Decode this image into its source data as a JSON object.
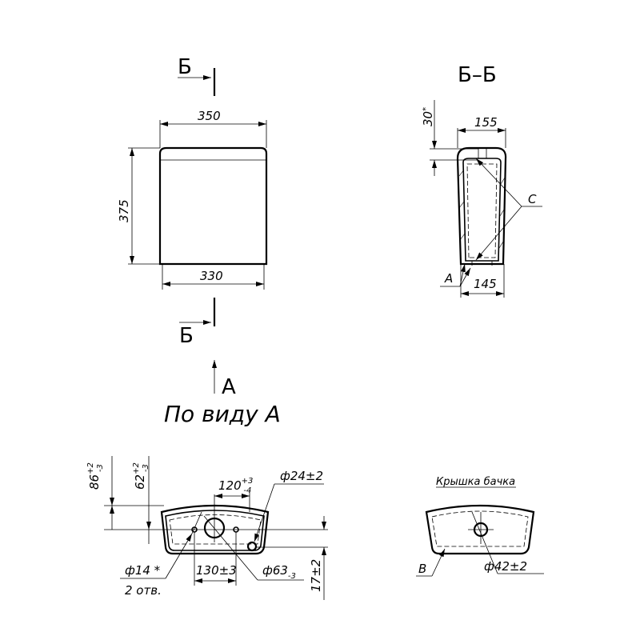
{
  "section_marks": {
    "top": "Б",
    "bottom": "Б"
  },
  "front_view": {
    "width_top": "350",
    "height": "375",
    "width_bottom": "330"
  },
  "view_arrow": {
    "label": "A",
    "caption": "По виду А"
  },
  "section": {
    "title": "Б–Б",
    "lid_height": "30",
    "lid_height_mark": "*",
    "width_top": "155",
    "width_bottom": "145",
    "callout_c": "C",
    "callout_a": "A"
  },
  "bottom_view": {
    "dim_86": {
      "base": "86",
      "upper": "+2",
      "lower": "-3"
    },
    "dim_62": {
      "base": "62",
      "upper": "+2",
      "lower": "-3"
    },
    "dim_120": {
      "base": "120",
      "upper": "+3",
      "lower": "-4"
    },
    "dia_24": "ф24±2",
    "dia_14": "ф14 *",
    "holes": "2 отв.",
    "dim_130": "130±3",
    "dia_63": {
      "base": "ф63",
      "lower": "-3"
    },
    "dim_17": "17±2"
  },
  "cover": {
    "title": "Крышка бачка",
    "callout_b": "В",
    "dia_42": "ф42±2"
  }
}
